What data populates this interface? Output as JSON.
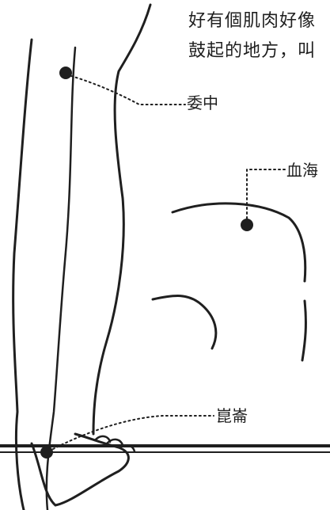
{
  "text": {
    "line1": "好有個肌肉好像",
    "line2": "鼓起的地方，叫"
  },
  "labels": {
    "weizhong": "委中",
    "xuehai": "血海",
    "kunlun": "崑崙"
  },
  "colors": {
    "ink": "#1f1f1f",
    "background": "#ffffff"
  }
}
